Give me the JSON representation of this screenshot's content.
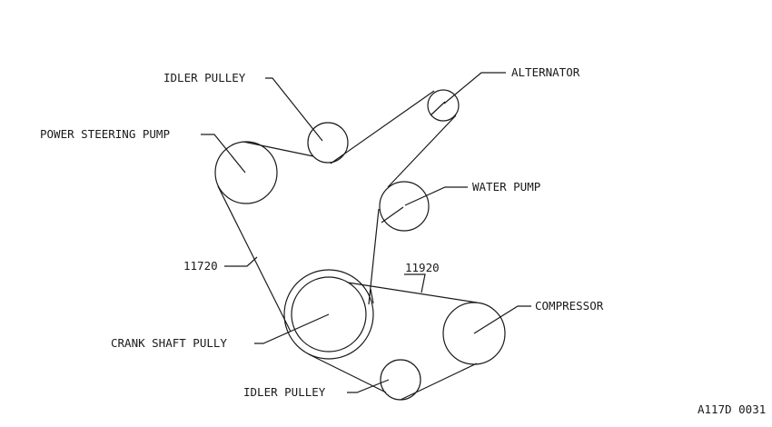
{
  "labels": {
    "idler_pulley_top": "IDLER PULLEY",
    "alternator": "ALTERNATOR",
    "power_steering_pump": "POWER STEERING PUMP",
    "water_pump": "WATER PUMP",
    "belt_left": "11720",
    "belt_right": "11920",
    "compressor": "COMPRESSOR",
    "crank_shaft_pully": "CRANK SHAFT PULLY",
    "idler_pulley_bottom": "IDLER PULLEY",
    "figure_code": "A117D 0031"
  }
}
